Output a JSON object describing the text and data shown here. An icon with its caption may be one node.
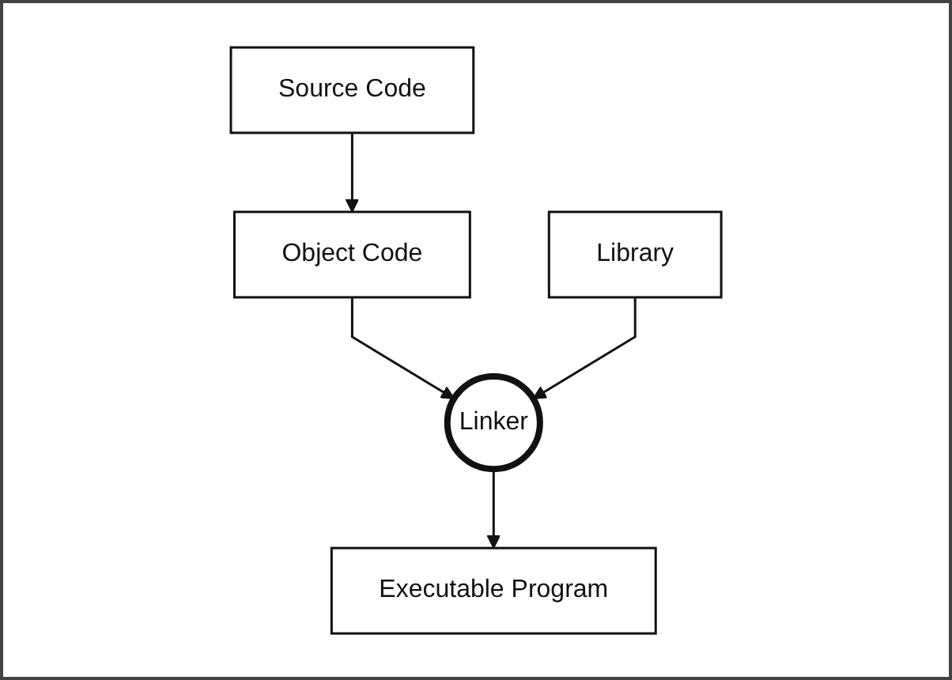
{
  "diagram": {
    "nodes": [
      {
        "text": [
          "Source Code"
        ]
      },
      {
        "text": [
          "Object Code"
        ]
      },
      {
        "text": [
          "Library"
        ]
      },
      {
        "text": [
          "Linker"
        ]
      },
      {
        "text": [
          "Executable Program"
        ]
      }
    ],
    "edges": [
      {
        "from": 0,
        "to": 1,
        "arrow": "to"
      },
      {
        "from": 1,
        "to": 3,
        "arrow": "to"
      },
      {
        "from": 2,
        "to": 3,
        "arrow": "to"
      },
      {
        "from": 3,
        "to": 4,
        "arrow": "to"
      }
    ]
  }
}
